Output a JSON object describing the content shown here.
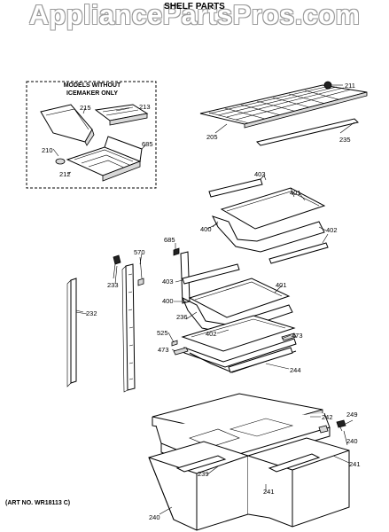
{
  "watermark": "AppliancePartsPros.com",
  "title": "SHELF PARTS",
  "box_label_line1": "MODELS WITHOUT",
  "box_label_line2": "ICEMAKER ONLY",
  "art_no": "(ART NO. WR18113 C)",
  "callouts": {
    "c215": "215",
    "c213": "213",
    "c685a": "685",
    "c210": "210",
    "c212": "212",
    "c211": "211",
    "c205": "205",
    "c235": "235",
    "c403a": "403",
    "c401a": "401",
    "c400a": "400",
    "c402a": "402",
    "c685b": "685",
    "c570": "570",
    "c233": "233",
    "c403b": "403",
    "c401b": "401",
    "c232": "232",
    "c400b": "400",
    "c236": "236",
    "c525": "525",
    "c402b": "402",
    "c473a": "473",
    "c473b": "473",
    "c244": "244",
    "c242": "242",
    "c249": "249",
    "c240a": "240",
    "c241a": "241",
    "c239": "239",
    "c241b": "241",
    "c240b": "240"
  }
}
